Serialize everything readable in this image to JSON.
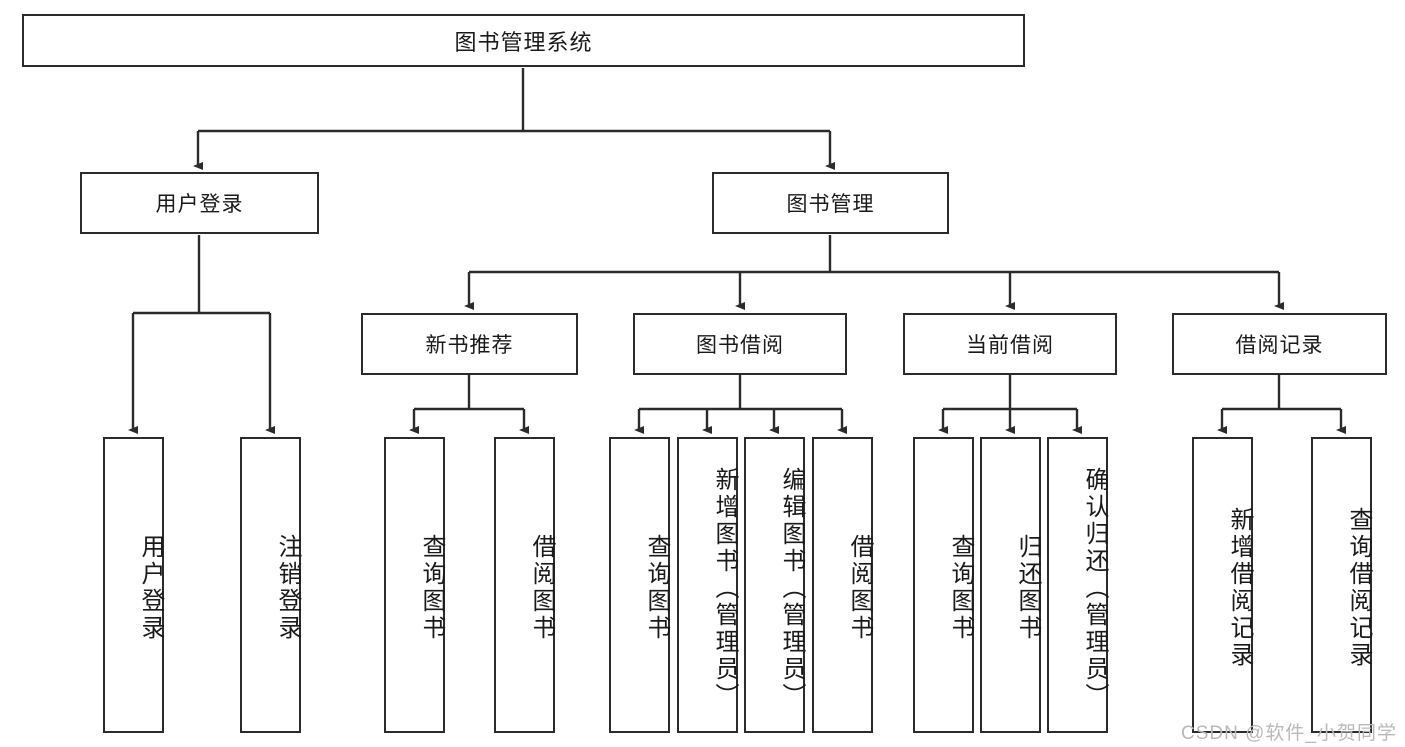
{
  "diagram": {
    "type": "tree",
    "title": "图书管理系统",
    "watermark": "CSDN @软件_小贺同学",
    "colors": {
      "box_border": "#2b2b2b",
      "box_fill": "#ffffff",
      "connector": "#2b2b2b",
      "text": "#1a1a1a",
      "watermark": "#b9b9b9"
    },
    "root": {
      "label": "图书管理系统"
    },
    "level2": [
      {
        "id": "login",
        "label": "用户登录"
      },
      {
        "id": "bookmgmt",
        "label": "图书管理"
      }
    ],
    "level3": [
      {
        "id": "newbook",
        "label": "新书推荐",
        "parent": "bookmgmt"
      },
      {
        "id": "borrow",
        "label": "图书借阅",
        "parent": "bookmgmt"
      },
      {
        "id": "current",
        "label": "当前借阅",
        "parent": "bookmgmt"
      },
      {
        "id": "records",
        "label": "借阅记录",
        "parent": "bookmgmt"
      }
    ],
    "leaves": [
      {
        "id": "leaf1",
        "label": "用户登录",
        "parent": "login"
      },
      {
        "id": "leaf2",
        "label": "注销登录",
        "parent": "login"
      },
      {
        "id": "leaf3",
        "label": "查询图书",
        "parent": "newbook"
      },
      {
        "id": "leaf4",
        "label": "借阅图书",
        "parent": "newbook"
      },
      {
        "id": "leaf5",
        "label": "查询图书",
        "parent": "borrow"
      },
      {
        "id": "leaf6",
        "label": "新增图书（管理员）",
        "parent": "borrow"
      },
      {
        "id": "leaf7",
        "label": "编辑图书（管理员）",
        "parent": "borrow"
      },
      {
        "id": "leaf8",
        "label": "借阅图书",
        "parent": "borrow"
      },
      {
        "id": "leaf9",
        "label": "查询图书",
        "parent": "current"
      },
      {
        "id": "leaf10",
        "label": "归还图书",
        "parent": "current"
      },
      {
        "id": "leaf11",
        "label": "确认归还（管理员）",
        "parent": "current"
      },
      {
        "id": "leaf12",
        "label": "新增借阅记录",
        "parent": "records"
      },
      {
        "id": "leaf13",
        "label": "查询借阅记录",
        "parent": "records"
      }
    ]
  }
}
